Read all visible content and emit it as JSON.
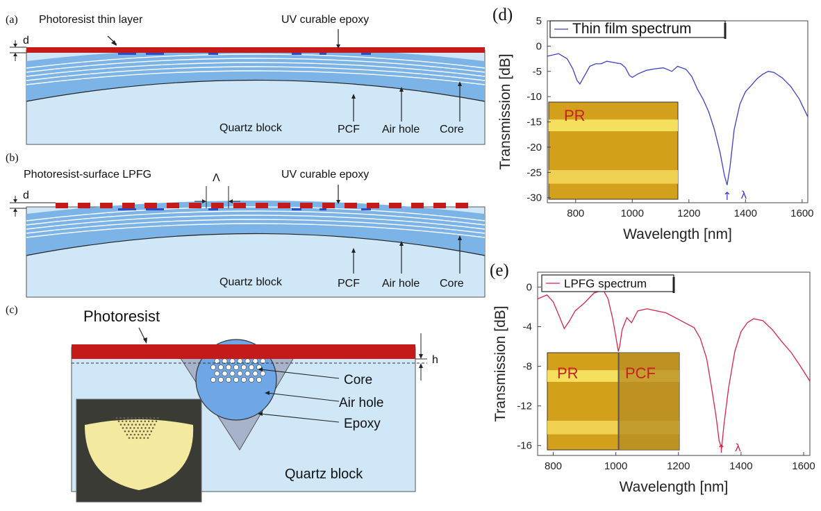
{
  "panel_a": {
    "letter": "(a)",
    "photoresist_label": "Photoresist thin layer",
    "epoxy_label": "UV curable epoxy",
    "d_label": "d",
    "quartz_label": "Quartz block",
    "pcf_label": "PCF",
    "air_hole_label": "Air hole",
    "core_label": "Core"
  },
  "panel_b": {
    "letter": "(b)",
    "lpfg_label": "Photoresist-surface LPFG",
    "lambda_label": "Λ",
    "epoxy_label": "UV curable epoxy",
    "d_label": "d",
    "quartz_label": "Quartz block",
    "pcf_label": "PCF",
    "air_hole_label": "Air hole",
    "core_label": "Core"
  },
  "panel_c": {
    "letter": "(c)",
    "photoresist_label": "Photoresist",
    "h_label": "h",
    "core_label": "Core",
    "air_hole_label": "Air hole",
    "epoxy_label": "Epoxy",
    "quartz_label": "Quartz block"
  },
  "colors": {
    "photoresist": "#c41a1a",
    "quartz": "#cfe7f6",
    "fiber": "#7cb4e8",
    "epoxy": "#9aa9c4",
    "trace_d": "#3b3fc8",
    "trace_e": "#d8224a"
  },
  "chart_data": [
    {
      "panel": "(d)",
      "type": "line",
      "legend": "Thin film spectrum",
      "inset_label": "PR",
      "xlabel": "Wavelength [nm]",
      "ylabel": "Transmission [dB]",
      "xlim": [
        700,
        1620
      ],
      "ylim": [
        -31,
        5
      ],
      "xticks": [
        800,
        1000,
        1200,
        1400,
        1600
      ],
      "yticks": [
        5,
        0,
        -5,
        -10,
        -15,
        -20,
        -25,
        -30
      ],
      "series": [
        {
          "name": "Thin film spectrum",
          "x": [
            700,
            740,
            770,
            790,
            805,
            815,
            830,
            850,
            870,
            890,
            910,
            940,
            960,
            975,
            990,
            1000,
            1020,
            1050,
            1080,
            1110,
            1140,
            1160,
            1190,
            1210,
            1230,
            1250,
            1270,
            1290,
            1310,
            1325,
            1335,
            1345,
            1360,
            1380,
            1400,
            1420,
            1440,
            1460,
            1480,
            1500,
            1530,
            1560,
            1590,
            1620
          ],
          "y": [
            -2,
            -1.5,
            -2.5,
            -4.5,
            -6.8,
            -7.5,
            -6,
            -4,
            -3.5,
            -3.5,
            -3,
            -3.3,
            -3.5,
            -4.2,
            -5.8,
            -6.2,
            -5.5,
            -4.8,
            -4.5,
            -4.3,
            -5,
            -4,
            -4.6,
            -6,
            -8.5,
            -10.5,
            -13,
            -16.5,
            -21,
            -25.5,
            -27.5,
            -24,
            -16.5,
            -11.5,
            -9,
            -7.8,
            -6.5,
            -5.6,
            -5,
            -5.2,
            -6.3,
            -8,
            -10.5,
            -14
          ]
        }
      ],
      "annotations": [
        "↑",
        "λ"
      ]
    },
    {
      "panel": "(e)",
      "type": "line",
      "legend": "LPFG spectrum",
      "inset_labels": [
        "PR",
        "PCF"
      ],
      "xlabel": "Wavelength [nm]",
      "ylabel": "Transmission [dB]",
      "xlim": [
        750,
        1620
      ],
      "ylim": [
        -17,
        1.5
      ],
      "xticks": [
        800,
        1000,
        1200,
        1400,
        1600
      ],
      "yticks": [
        0,
        -4,
        -8,
        -12,
        -16
      ],
      "series": [
        {
          "name": "LPFG spectrum",
          "x": [
            750,
            780,
            800,
            820,
            835,
            850,
            870,
            900,
            930,
            960,
            975,
            990,
            1000,
            1008,
            1012,
            1020,
            1035,
            1050,
            1070,
            1100,
            1130,
            1160,
            1190,
            1220,
            1250,
            1270,
            1290,
            1305,
            1320,
            1330,
            1338,
            1345,
            1360,
            1380,
            1400,
            1420,
            1440,
            1470,
            1500,
            1530,
            1560,
            1590,
            1620
          ],
          "y": [
            -1.2,
            -0.8,
            -1.5,
            -3,
            -4.2,
            -3.5,
            -2.4,
            -1.6,
            -0.6,
            -0.3,
            -1.2,
            -3.2,
            -5,
            -6.5,
            -6,
            -4.3,
            -3.1,
            -3.6,
            -2.4,
            -2.2,
            -2.4,
            -2.6,
            -3.1,
            -3.6,
            -4.1,
            -5.2,
            -7.2,
            -10,
            -13,
            -15.5,
            -16.3,
            -14,
            -10.2,
            -6.5,
            -4.5,
            -3.6,
            -3.2,
            -3.4,
            -4.3,
            -5.5,
            -6.6,
            -8,
            -9.5
          ]
        }
      ],
      "annotations": [
        "↑",
        "λ"
      ]
    }
  ]
}
